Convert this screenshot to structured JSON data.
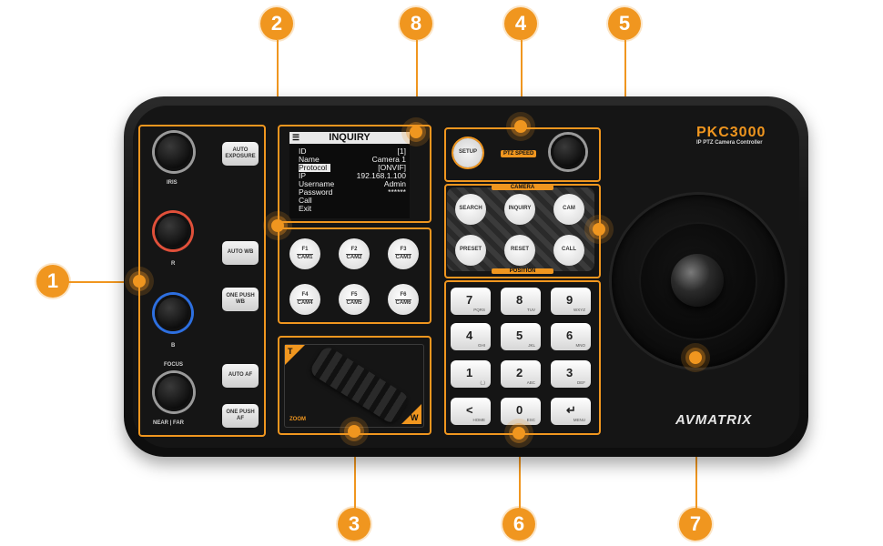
{
  "callouts": [
    "1",
    "2",
    "3",
    "4",
    "5",
    "6",
    "7",
    "8"
  ],
  "colors": {
    "accent": "#f0961f",
    "body": "#151515",
    "brand_orange": "#f0961f"
  },
  "brand": {
    "model": "PKC3000",
    "subtitle": "IP PTZ Camera Controller",
    "maker": "AVMATRIX"
  },
  "section1": {
    "iris_label": "IRIS",
    "auto_exposure": "AUTO EXPOSURE",
    "r_label": "R",
    "b_label": "B",
    "auto_wb": "AUTO WB",
    "one_push_wb": "ONE PUSH WB",
    "focus_label": "FOCUS",
    "near_far": "NEAR  |  FAR",
    "auto_af": "AUTO AF",
    "one_push_af": "ONE PUSH AF"
  },
  "screen": {
    "title": "INQUIRY",
    "rows": [
      {
        "k": "ID",
        "v": "[1]"
      },
      {
        "k": "Name",
        "v": "Camera 1"
      },
      {
        "k": "Protocol",
        "v": "[ONVIF]"
      },
      {
        "k": "IP",
        "v": "192.168.1.100"
      },
      {
        "k": "Username",
        "v": "Admin"
      },
      {
        "k": "Password",
        "v": "******"
      },
      {
        "k": "Call",
        "v": ""
      },
      {
        "k": "Exit",
        "v": ""
      }
    ]
  },
  "fkeys": [
    {
      "f": "F1",
      "cam": "CAM1"
    },
    {
      "f": "F2",
      "cam": "CAM2"
    },
    {
      "f": "F3",
      "cam": "CAM3"
    },
    {
      "f": "F4",
      "cam": "CAM4"
    },
    {
      "f": "F5",
      "cam": "CAM5"
    },
    {
      "f": "F6",
      "cam": "CAM6"
    }
  ],
  "zoom": {
    "t": "T",
    "w": "W",
    "label": "ZOOM"
  },
  "ptz": {
    "setup": "SETUP",
    "speed": "PTZ SPEED"
  },
  "camera_block": {
    "title": "CAMERA",
    "buttons": [
      "SEARCH",
      "INQUIRY",
      "CAM"
    ],
    "bottom_buttons": [
      "PRESET",
      "RESET",
      "CALL"
    ],
    "footer": "POSITION"
  },
  "keypad": [
    {
      "d": "7",
      "s": "PQRS"
    },
    {
      "d": "8",
      "s": "TUV"
    },
    {
      "d": "9",
      "s": "WXYZ"
    },
    {
      "d": "4",
      "s": "GHI"
    },
    {
      "d": "5",
      "s": "JKL"
    },
    {
      "d": "6",
      "s": "MNO"
    },
    {
      "d": "1",
      "s": "(_)"
    },
    {
      "d": "2",
      "s": "ABC"
    },
    {
      "d": "3",
      "s": "DEF"
    },
    {
      "d": "<",
      "s": "HOME"
    },
    {
      "d": "0",
      "s": "ESC"
    },
    {
      "d": "↵",
      "s": "MENU"
    }
  ]
}
